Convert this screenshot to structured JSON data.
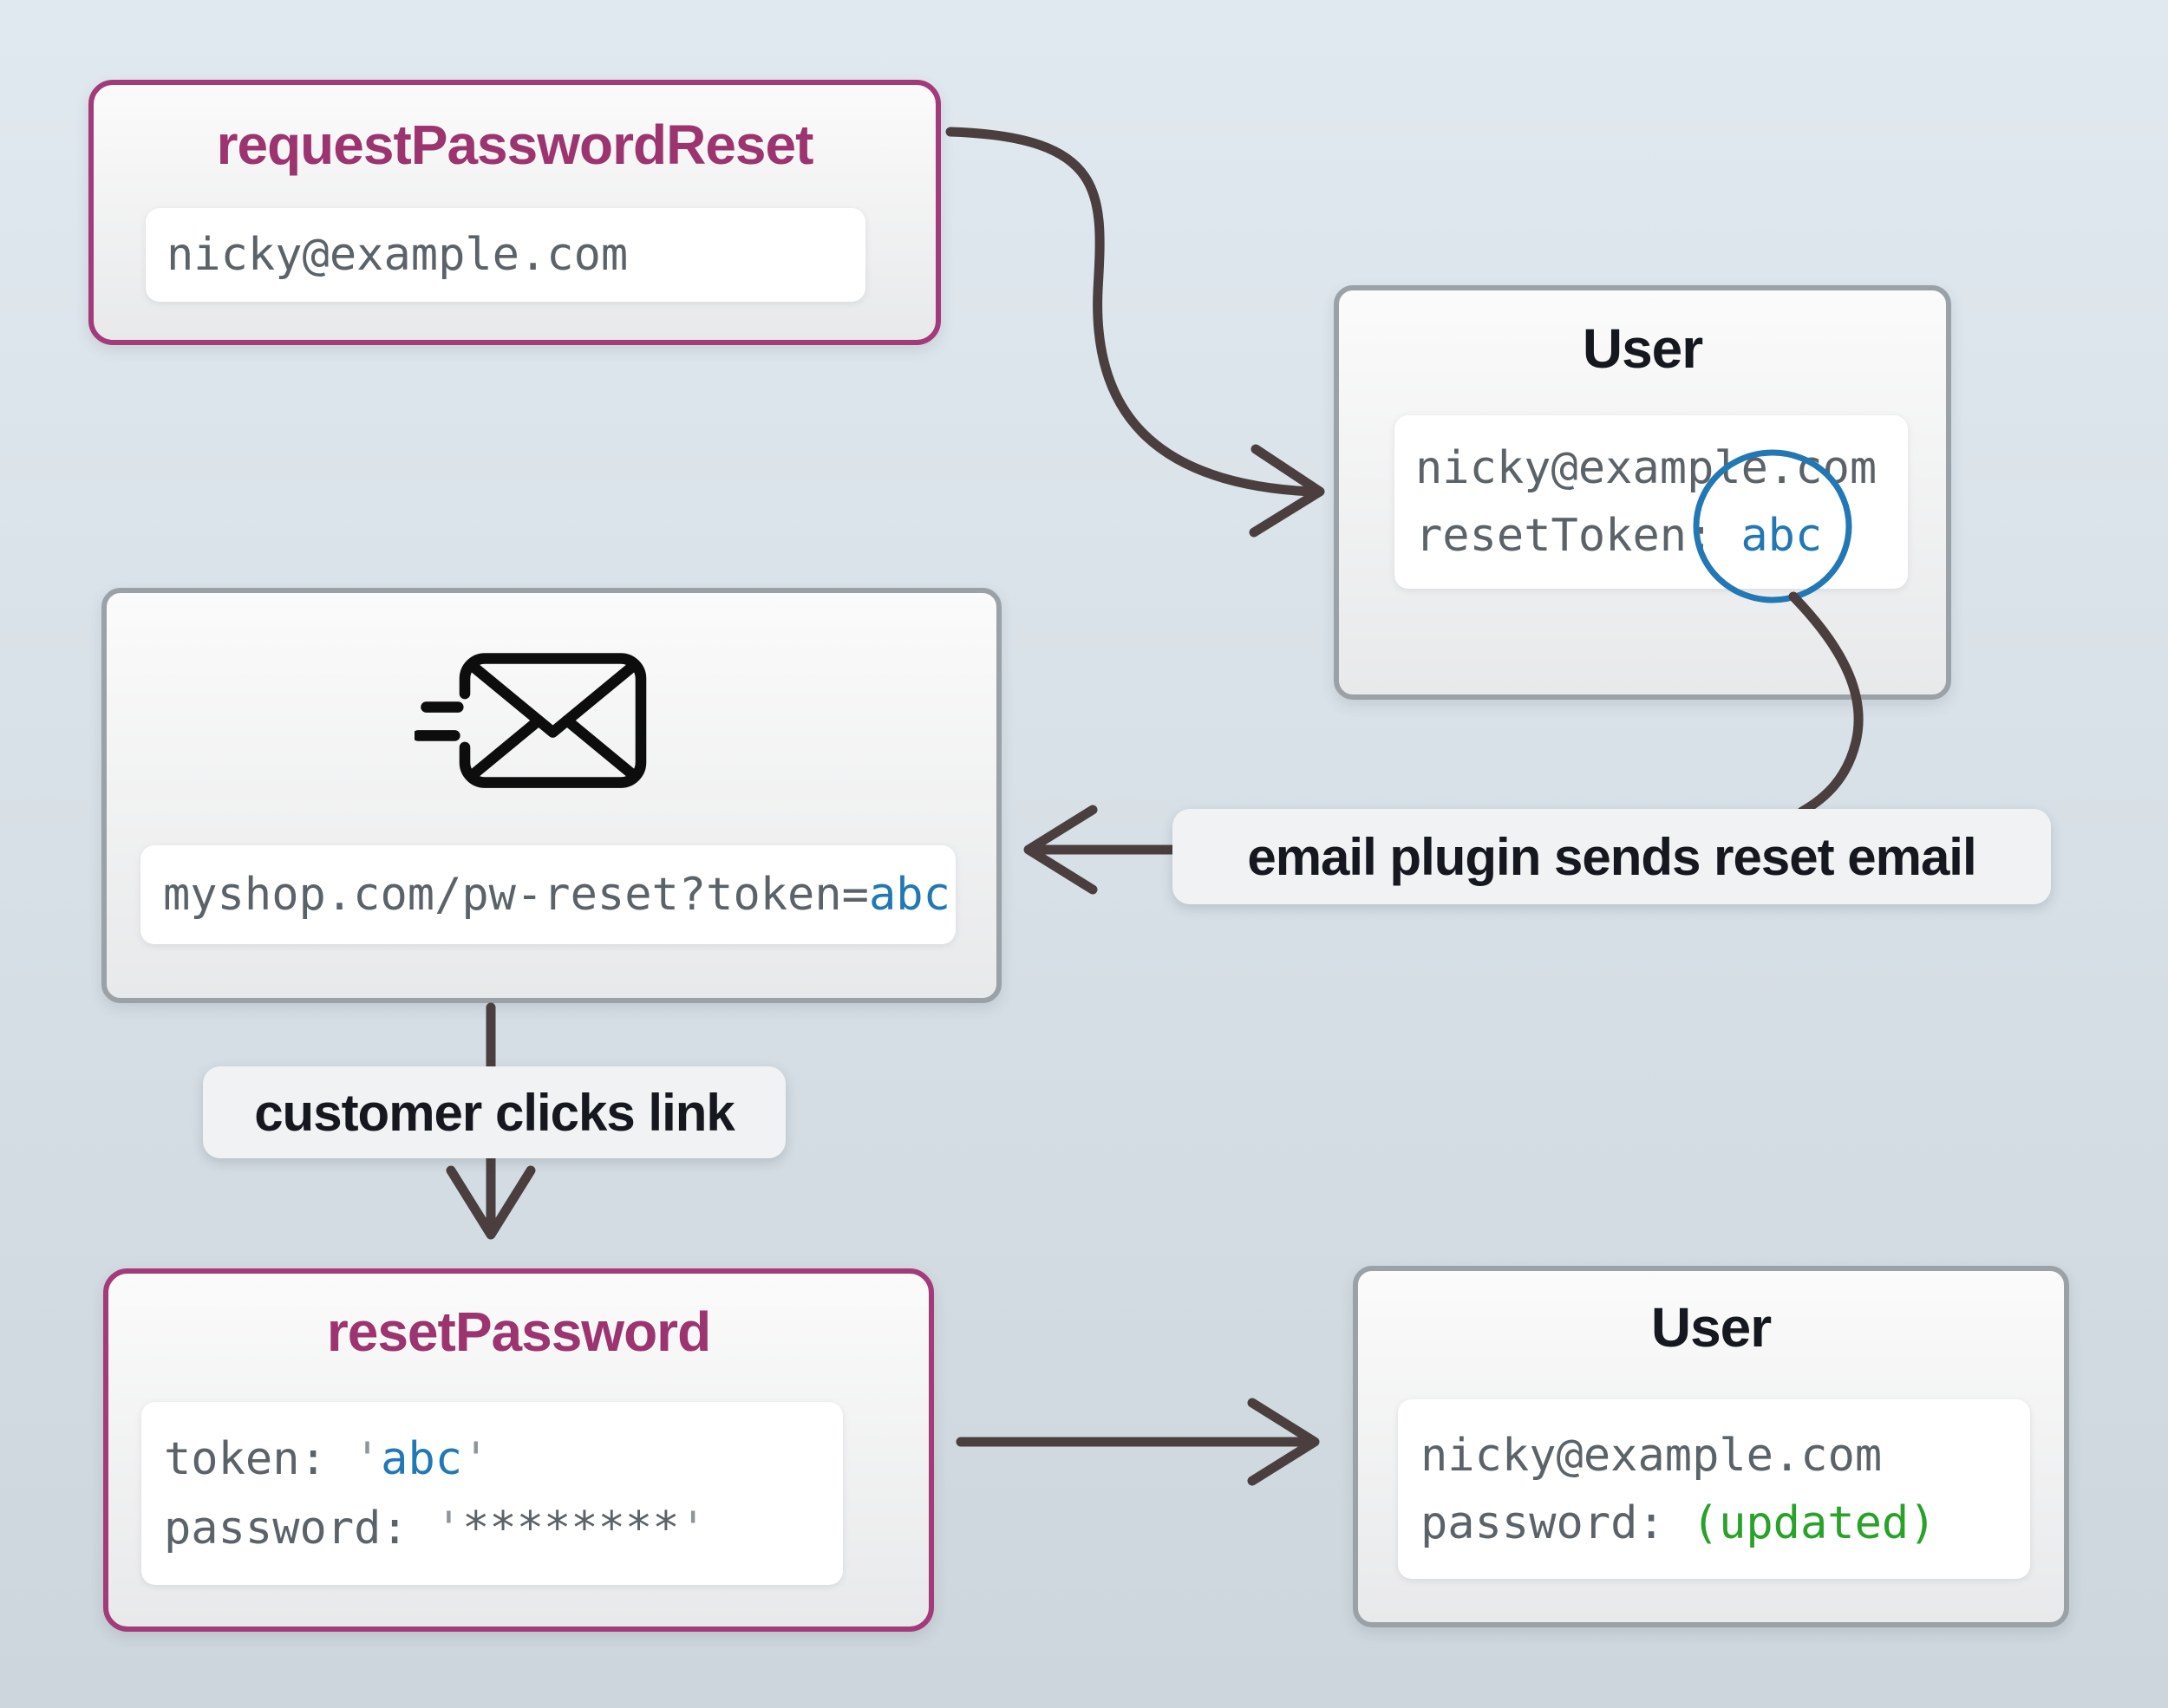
{
  "colors": {
    "page_bg_top": "#e1e9f0",
    "page_bg_mid": "#d7e0e6",
    "page_bg_bottom": "#ccd6dc",
    "box_bg_top": "#fbfbfb",
    "box_bg_bottom": "#e8e9ea",
    "label_bg": "#f1f2f4",
    "purple_border": "#a33a7a",
    "accent_purple": "#9c3470",
    "gray_border": "#9aa1a7",
    "heading_dark": "#15181f",
    "code_gray": "#5b6369",
    "quote_gray": "#8d969b",
    "token_blue": "#2278b5",
    "updated_green": "#28a228",
    "arrow": "#4b3e3e",
    "envelope_black": "#0d0d0d"
  },
  "icons": {
    "email": "email-send-icon",
    "token_highlight": "token-circle-annotation"
  },
  "nodes": {
    "request_password_reset": {
      "title": "requestPasswordReset",
      "email_field": "nicky@example.com"
    },
    "user_top": {
      "title": "User",
      "email": "nicky@example.com",
      "reset_token_key": "resetToken:",
      "reset_token_value": "abc"
    },
    "email_message": {
      "url_prefix": "myshop.com/pw-reset?token=",
      "url_token": "abc"
    },
    "reset_password": {
      "title": "resetPassword",
      "token_key": "token:",
      "quote": "'",
      "token_value": "abc",
      "password_key": "password:",
      "password_mask": "********"
    },
    "user_bottom": {
      "title": "User",
      "email": "nicky@example.com",
      "password_key": "password:",
      "password_value": "(updated)"
    }
  },
  "annotations": {
    "email_plugin": "email plugin sends reset email",
    "customer_clicks": "customer clicks link"
  }
}
